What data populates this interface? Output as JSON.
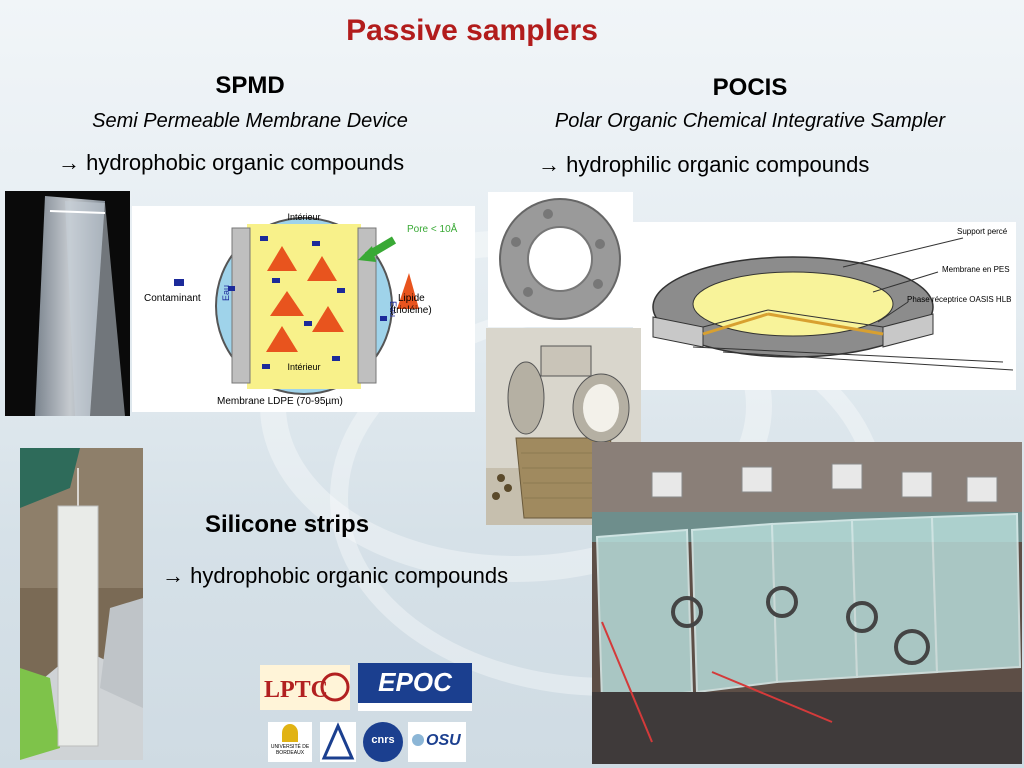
{
  "title": "Passive samplers",
  "spmd": {
    "heading": "SPMD",
    "subtitle": "Semi Permeable Membrane Device",
    "description": "→ hydrophobic organic compounds",
    "diagram": {
      "top_label": "Intérieur",
      "bottom_label": "Intérieur",
      "pore_label": "Pore < 10Å",
      "water_label": "Eau",
      "contaminant_label": "Contaminant",
      "lipid_label": "Lipide",
      "lipid_sub": "(trioléine)",
      "membrane_label": "Membrane LDPE (70-95µm)"
    }
  },
  "pocis": {
    "heading": "POCIS",
    "subtitle": "Polar Organic Chemical Integrative Sampler",
    "description": "→ hydrophilic organic compounds",
    "diagram": {
      "label_support": "Support percé",
      "label_membrane": "Membrane en PES",
      "label_phase": "Phase réceptrice OASIS HLB"
    }
  },
  "silicone": {
    "heading": "Silicone strips",
    "description": "→ hydrophobic organic compounds"
  },
  "logos": {
    "lptc": "LPTC",
    "epoc": "EPOC",
    "ub": "UNIVERSITÉ DE BORDEAUX",
    "cnrs": "cnrs",
    "osu": "OSU"
  },
  "colors": {
    "title": "#b21c1c",
    "water": "#9fd3ea",
    "lipid": "#f8f18a",
    "triangle": "#e8541e",
    "contaminant": "#1c2a9a",
    "pocis_phase": "#f8f39a",
    "arrow": "#39a935"
  }
}
